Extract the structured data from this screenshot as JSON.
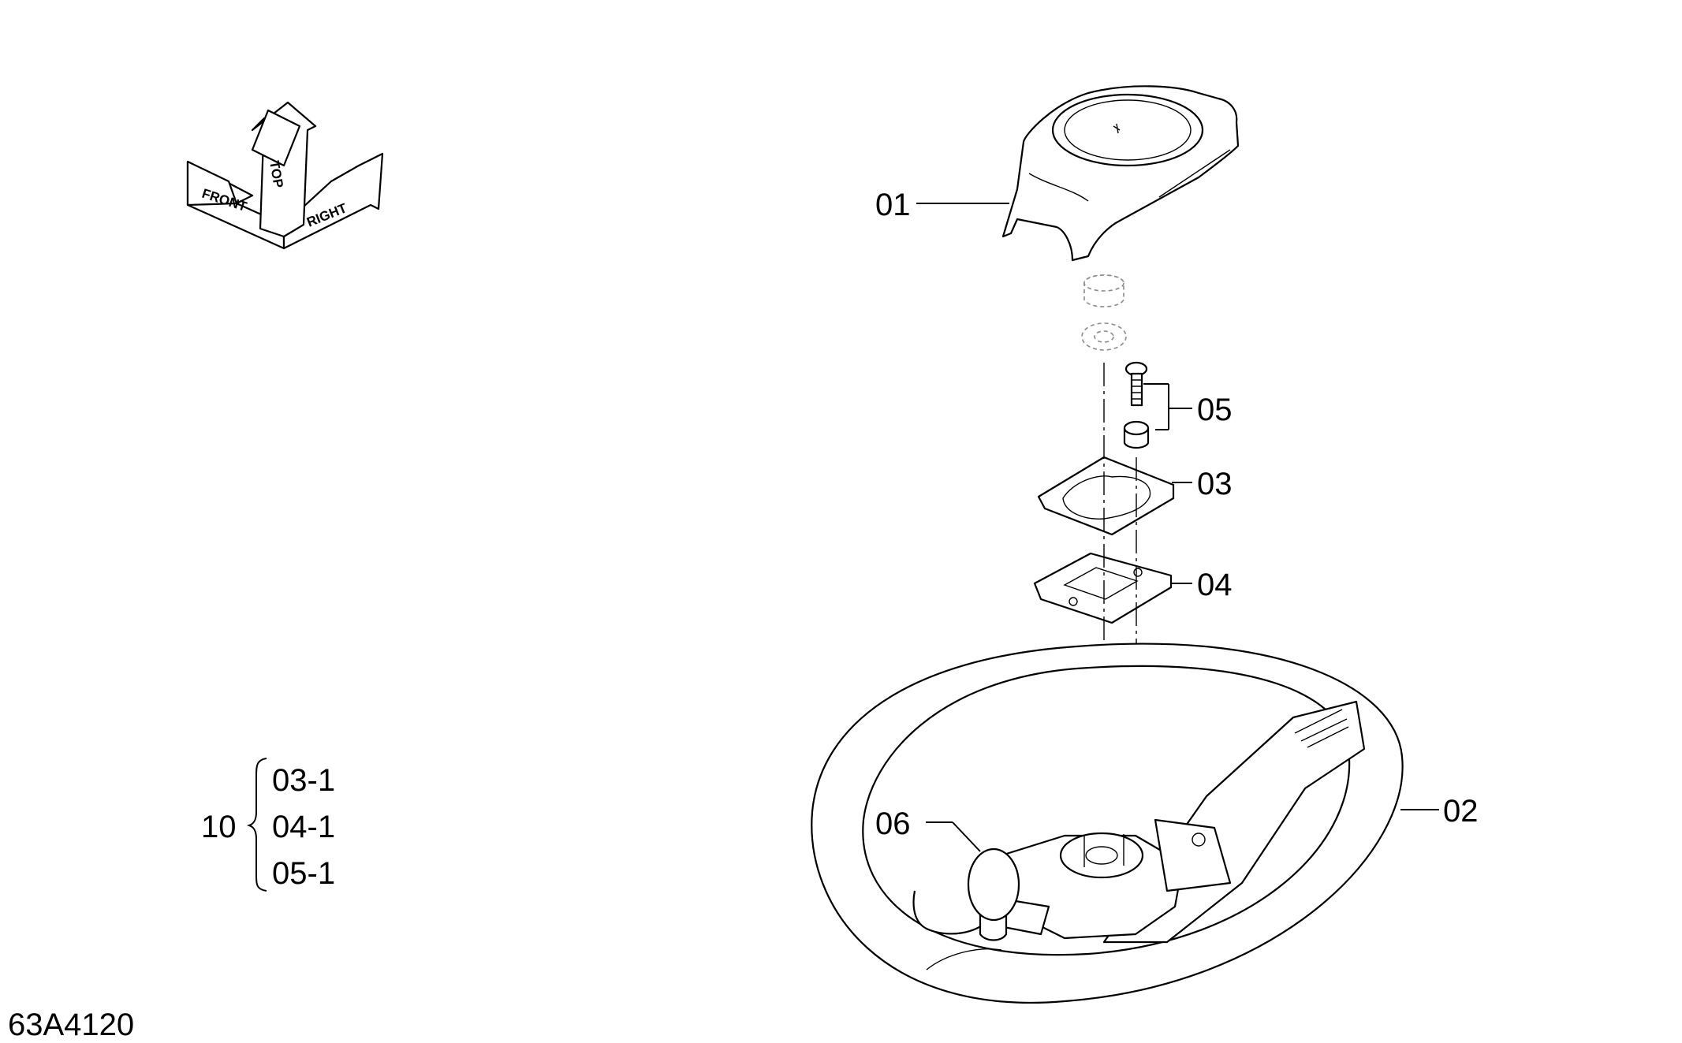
{
  "drawing_number": "63A4120",
  "orientation": {
    "front": "FRONT",
    "top": "TOP",
    "right": "RIGHT"
  },
  "callouts": {
    "p01": "01",
    "p02": "02",
    "p03": "03",
    "p04": "04",
    "p05": "05",
    "p06": "06"
  },
  "kit": {
    "number": "10",
    "items": [
      "03-1",
      "04-1",
      "05-1"
    ]
  }
}
